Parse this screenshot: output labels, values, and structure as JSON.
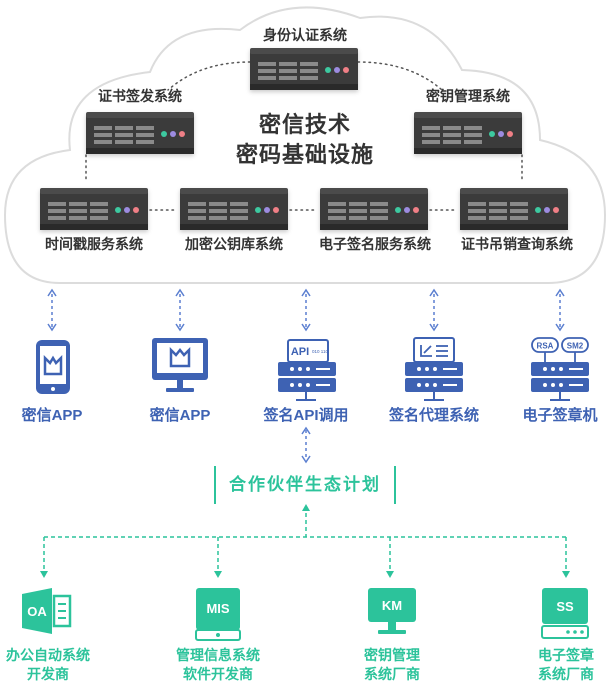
{
  "cloud": {
    "core_line1": "密信技术",
    "core_line2": "密码基础设施",
    "servers": {
      "identity": "身份认证系统",
      "cert_issue": "证书签发系统",
      "key_mgmt": "密钥管理系统",
      "timestamp": "时间戳服务系统",
      "crypto_lib": "加密公钥库系统",
      "e_sign": "电子签名服务系统",
      "cert_revoke": "证书吊销查询系统"
    }
  },
  "apps": [
    {
      "label": "密信APP"
    },
    {
      "label": "密信APP"
    },
    {
      "label": "签名API调用",
      "icon_text": "API",
      "icon_sub": "010 110"
    },
    {
      "label": "签名代理系统"
    },
    {
      "label": "电子签章机",
      "badge1": "RSA",
      "badge2": "SM2"
    }
  ],
  "ecosystem": {
    "label": "合作伙伴生态计划"
  },
  "partners": [
    {
      "icon_text": "OA",
      "line1": "办公自动系统",
      "line2": "开发商"
    },
    {
      "icon_text": "MIS",
      "line1": "管理信息系统",
      "line2": "软件开发商"
    },
    {
      "icon_text": "KM",
      "line1": "密钥管理",
      "line2": "系统厂商"
    },
    {
      "icon_text": "SS",
      "line1": "电子签章",
      "line2": "系统厂商"
    }
  ],
  "colors": {
    "blue": "#3e62b3",
    "green": "#2cc39b",
    "server": "#3b3b3b",
    "text": "#333333"
  }
}
